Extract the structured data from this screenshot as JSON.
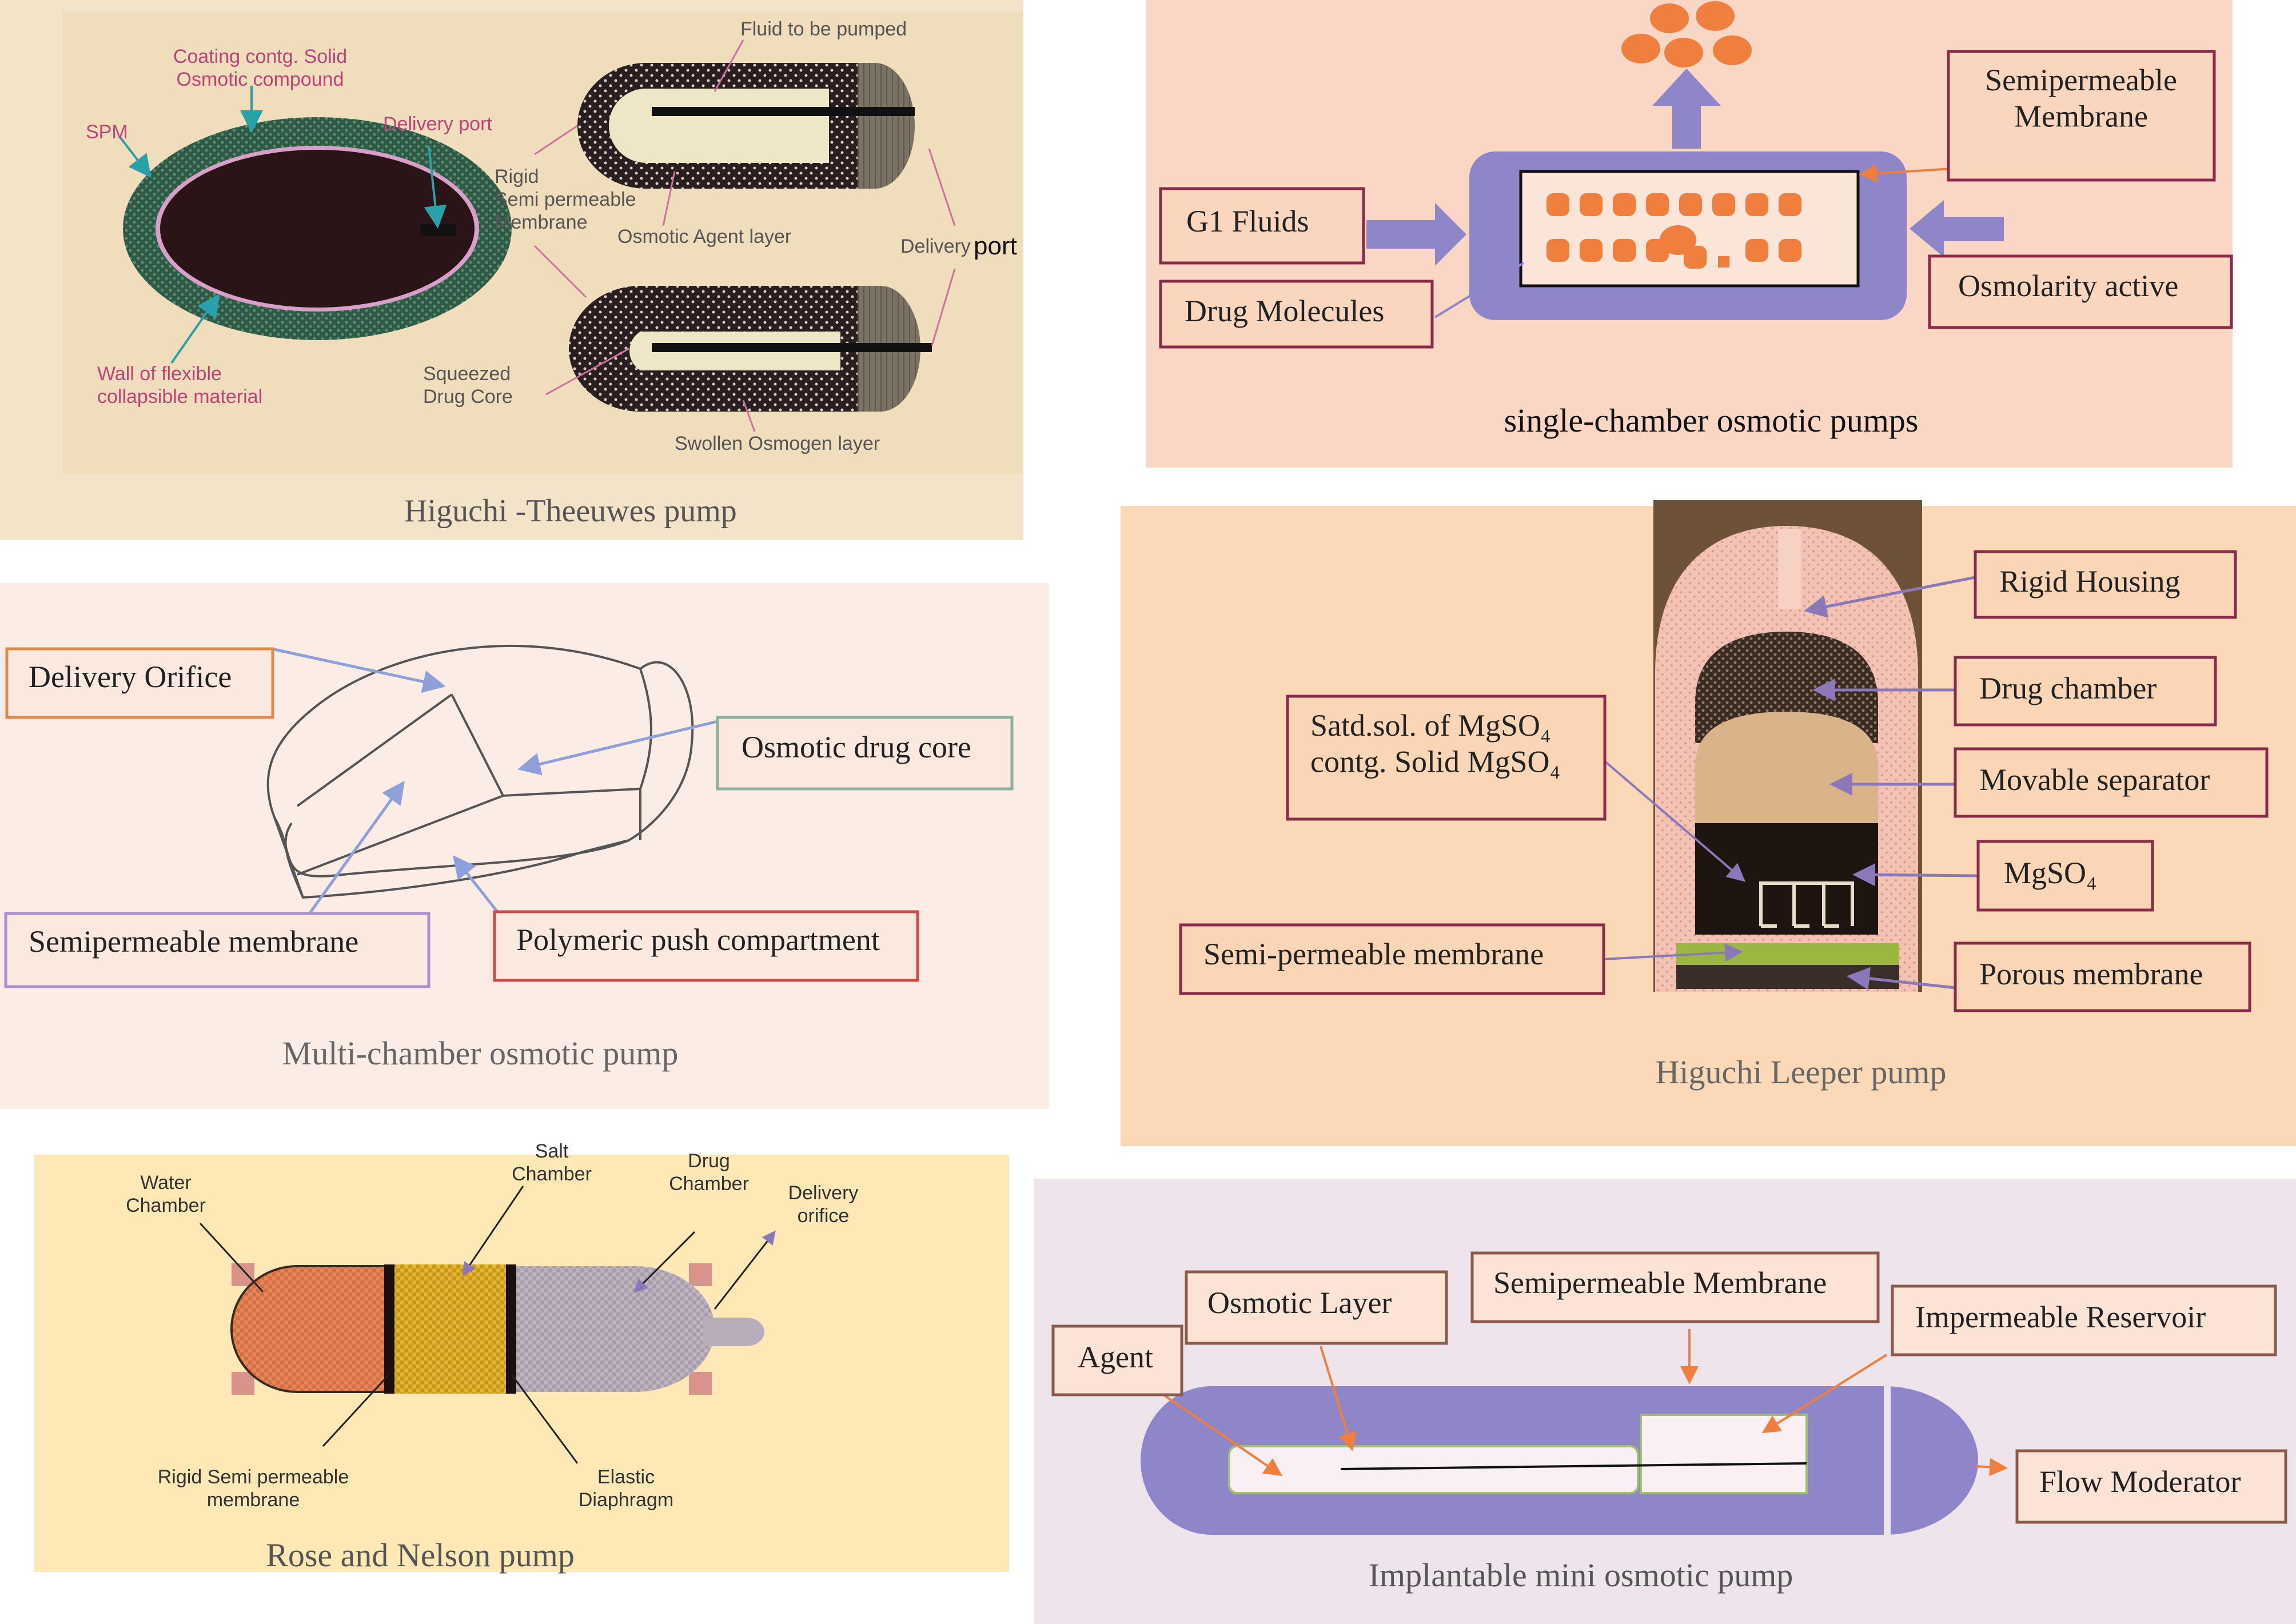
{
  "colors": {
    "panel_tan": "#f3e3c9",
    "panel_salmon": "#fad7c4",
    "panel_pink": "#fcece6",
    "panel_peach": "#fbd9b6",
    "panel_yellow": "#fde8b6",
    "panel_lavender": "#eee4ec",
    "pump_purple": "#8e86c8",
    "label_pink": "#c0427a",
    "label_teal": "#2aa0a8",
    "orange": "#f07e3c",
    "arrow_purple": "#8a78b8"
  },
  "higuchi_theeuwes": {
    "caption": "Higuchi -Theeuwes pump",
    "coating": "Coating contg. Solid\nOsmotic compound",
    "spm": "SPM",
    "delivery_port_1": "Delivery port",
    "wall": "Wall of flexible\ncollapsible material",
    "fluid": "Fluid to be pumped",
    "rigid": "Rigid\nSemi permeable\nMembrane",
    "osmotic_agent": "Osmotic Agent layer",
    "delivery_port_2a": "Delivery",
    "delivery_port_2b": "port",
    "squeezed": "Squeezed\nDrug Core",
    "swollen": "Swollen Osmogen layer"
  },
  "single_chamber": {
    "caption": "single-chamber osmotic pumps",
    "semipermeable": "Semipermeable\nMembrane",
    "g1_fluids": "G1 Fluids",
    "drug_molecules": "Drug Molecules",
    "osmolarity": "Osmolarity active"
  },
  "multi_chamber": {
    "caption": "Multi-chamber osmotic pump",
    "delivery_orifice": "Delivery Orifice",
    "drug_core": "Osmotic drug core",
    "semipermeable": "Semipermeable membrane",
    "push_compartment": "Polymeric push compartment"
  },
  "higuchi_leeper": {
    "caption": "Higuchi Leeper pump",
    "rigid_housing": "Rigid Housing",
    "drug_chamber": "Drug chamber",
    "movable_separator": "Movable separator",
    "mgso4": "MgSO₄",
    "porous": "Porous membrane",
    "satd_sol": "Satd.sol. of MgSO₄\ncontg. Solid MgSO₄",
    "semi_permeable": "Semi-permeable membrane"
  },
  "rose_nelson": {
    "caption": "Rose and Nelson pump",
    "water": "Water\nChamber",
    "salt": "Salt\nChamber",
    "drug": "Drug\nChamber",
    "delivery": "Delivery\norifice",
    "rigid": "Rigid Semi permeable\nmembrane",
    "elastic": "Elastic\nDiaphragm"
  },
  "implantable": {
    "caption": "Implantable mini osmotic pump",
    "agent": "Agent",
    "osmotic_layer": "Osmotic Layer",
    "semipermeable": "Semipermeable Membrane",
    "impermeable": "Impermeable Reservoir",
    "flow_moderator": "Flow Moderator"
  }
}
